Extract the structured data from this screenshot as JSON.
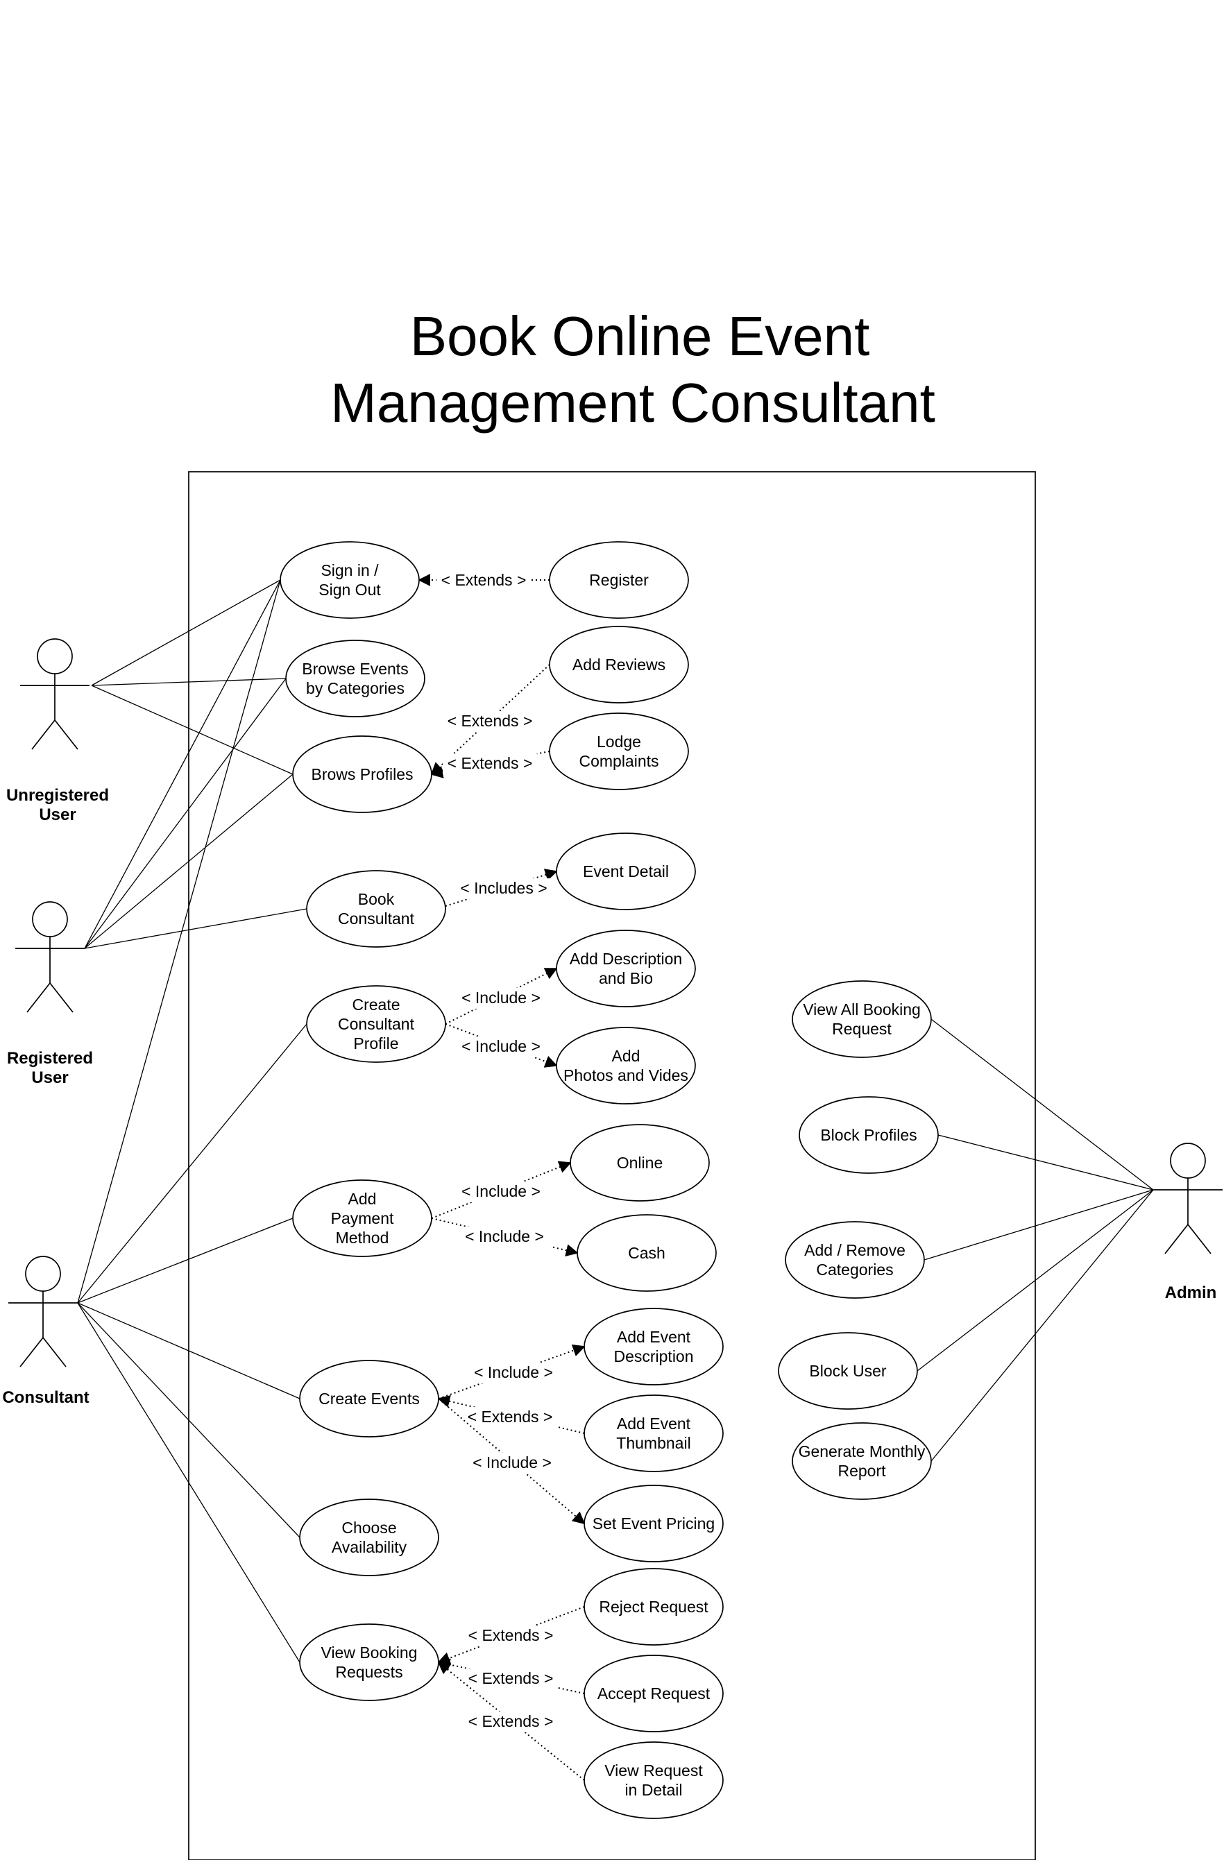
{
  "title": {
    "line1": "Book Online Event",
    "line2": "Management Consultant"
  },
  "actors": {
    "unregistered": {
      "line1": "Unregistered",
      "line2": "User"
    },
    "registered": {
      "line1": "Registered",
      "line2": "User"
    },
    "consultant": {
      "line1": "Consultant"
    },
    "admin": {
      "line1": "Admin"
    }
  },
  "use_cases": {
    "sign_in": [
      "Sign in /",
      "Sign Out"
    ],
    "register": [
      "Register"
    ],
    "browse_events": [
      "Browse Events",
      "by Categories"
    ],
    "add_reviews": [
      "Add Reviews"
    ],
    "lodge_complaints": [
      "Lodge",
      "Complaints"
    ],
    "brows_profiles": [
      "Brows Profiles"
    ],
    "book_consultant": [
      "Book",
      "Consultant"
    ],
    "event_detail": [
      "Event Detail"
    ],
    "create_profile": [
      "Create",
      "Consultant",
      "Profile"
    ],
    "add_description": [
      "Add Description",
      "and Bio"
    ],
    "add_photos": [
      "Add",
      "Photos and Vides"
    ],
    "add_payment": [
      "Add",
      "Payment",
      "Method"
    ],
    "online": [
      "Online"
    ],
    "cash": [
      "Cash"
    ],
    "create_events": [
      "Create Events"
    ],
    "event_description": [
      "Add Event",
      "Description"
    ],
    "event_thumbnail": [
      "Add Event",
      "Thumbnail"
    ],
    "event_pricing": [
      "Set Event Pricing"
    ],
    "choose_availability": [
      "Choose",
      "Availability"
    ],
    "view_booking_requests": [
      "View Booking",
      "Requests"
    ],
    "reject_request": [
      "Reject Request"
    ],
    "accept_request": [
      "Accept Request"
    ],
    "view_request_detail": [
      "View Request",
      "in Detail"
    ],
    "view_all_booking": [
      "View All Booking",
      "Request"
    ],
    "block_profiles": [
      "Block Profiles"
    ],
    "add_remove_categories": [
      "Add / Remove",
      "Categories"
    ],
    "block_user": [
      "Block User"
    ],
    "monthly_report": [
      "Generate Monthly",
      "Report"
    ]
  },
  "relations": {
    "extends": "< Extends >",
    "includes": "< Includes >",
    "include": "< Include >"
  }
}
